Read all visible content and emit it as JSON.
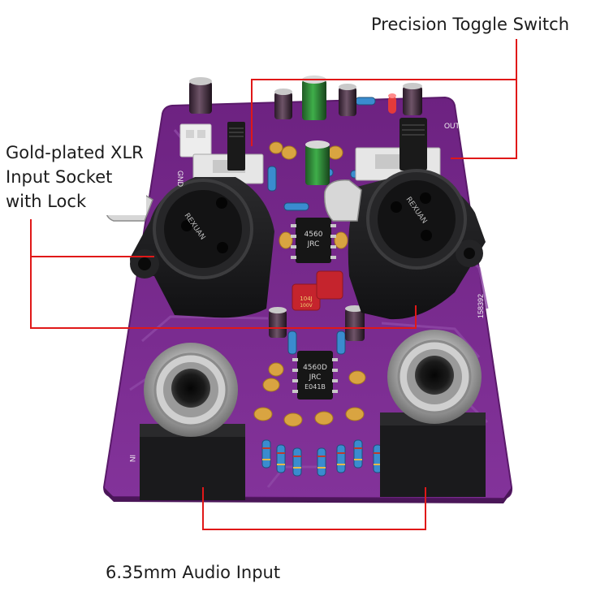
{
  "callouts": {
    "toggle_switch": "Precision Toggle Switch",
    "xlr_socket": [
      "Gold-plated XLR",
      "Input Socket",
      "with Lock"
    ],
    "audio_input": "6.35mm Audio Input"
  },
  "board_markings": {
    "xlr_brand": "REXUAN",
    "chip_top_brand": "JRC",
    "chip_top_part": "4560",
    "chip_bottom_part": "4560D",
    "chip_bottom_code": "E041B",
    "cap_code": "104J",
    "cap_voltage": "100V",
    "board_id": "158392",
    "silk_gnd": "GND",
    "silk_out": "OUT",
    "silk_in": "IN"
  },
  "colors": {
    "pcb": "#7a2a8a",
    "leader_line": "#e01818",
    "connector": "#1c1c1e",
    "caption_text": "#1c1c1c"
  }
}
